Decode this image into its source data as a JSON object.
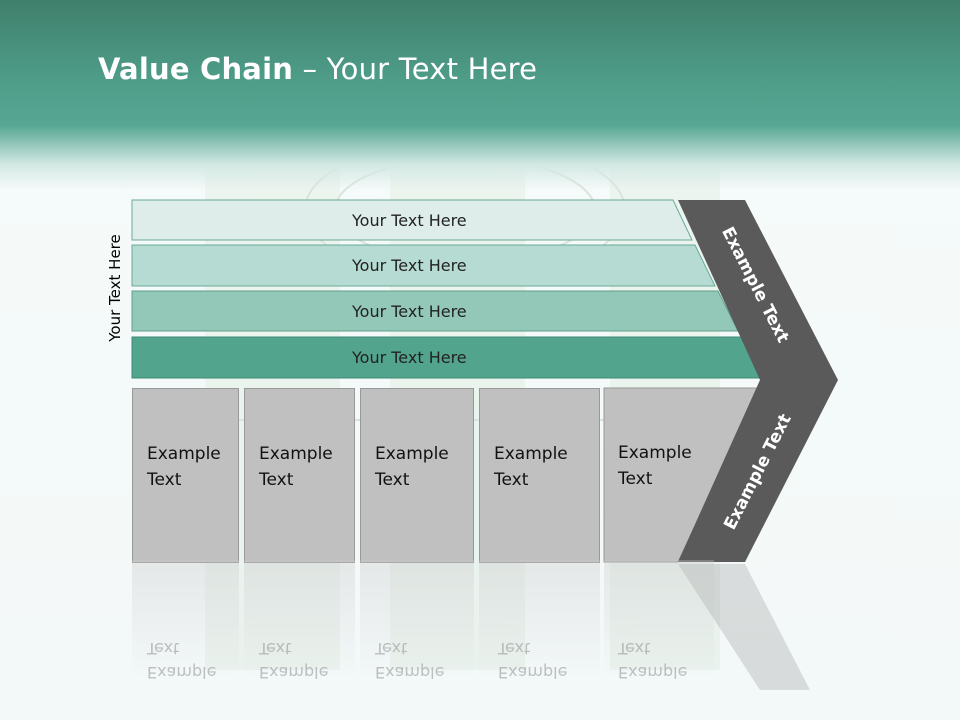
{
  "title": {
    "bold": "Value Chain",
    "rest": " – Your Text Here"
  },
  "side_label": "Your Text Here",
  "bars": [
    {
      "label": "Your Text Here"
    },
    {
      "label": "Your Text Here"
    },
    {
      "label": "Your Text Here"
    },
    {
      "label": "Your Text Here"
    }
  ],
  "cells": [
    {
      "label": "Example Text"
    },
    {
      "label": "Example Text"
    },
    {
      "label": "Example Text"
    },
    {
      "label": "Example Text"
    },
    {
      "label": "Example Text"
    }
  ],
  "arrow": {
    "upper_label": "Example Text",
    "lower_label": "Example Text"
  },
  "colors": {
    "header": "#4e9d89",
    "bar1": "#deede9",
    "bar2": "#b6dbd2",
    "bar3": "#93c8b9",
    "bar4": "#52a48d",
    "cells": "#c0c0c0",
    "arrow": "#5a5a5a"
  }
}
